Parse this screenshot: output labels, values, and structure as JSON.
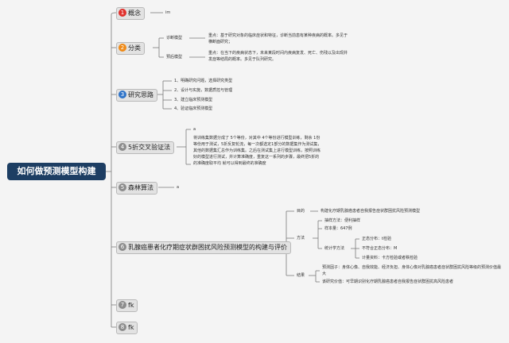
{
  "root": "如何做预测模型构建",
  "topics": [
    {
      "label": "概念",
      "num": "1"
    },
    {
      "label": "分类",
      "num": "2"
    },
    {
      "label": "研究思路",
      "num": "3"
    },
    {
      "label": "5折交叉验证法",
      "num": "4"
    },
    {
      "label": "森林算法",
      "num": "5"
    },
    {
      "label": "乳腺癌患者化疗期症状群困扰风险预测模型的构建与评价",
      "num": "6"
    },
    {
      "label": "fk",
      "num": "7"
    },
    {
      "label": "fk",
      "num": "8"
    }
  ],
  "concept_note": "im",
  "classification": {
    "diagnostic": "诊断模型",
    "diagnostic_desc_1": "重点：基于研究对象的临床症状和特征，诊断当前患有某种疾病的概率。多见于",
    "diagnostic_desc_2": "横断面研究；",
    "prognostic": "预后模型",
    "prognostic_desc_1": "重点：在当下的疾病状态下，未来某段时间内疾病复发、死亡、伤残以及出现并",
    "prognostic_desc_2": "发症等结局的概率。多见于队列研究。"
  },
  "research_steps": [
    "1、明确研究问题，选择研究类型",
    "2、设计与实施，数据质控与管理",
    "3、建立临床预测模型",
    "4、验证临床预测模型"
  ],
  "cv": {
    "mark": "a",
    "text": "将训练集数据分成了 5个等份，对其中 4个等份进行模型训练，剩余 1份等份用于测试，5折反复轮流，每一次都选定1部分的数据集作为测试集，其他的数据集汇总作为训练集。之后在测试集上进行模型训练，按照训练好的模型进行测试，并计算准确度，重复这一系列的步骤，最终把5折的 的准确度取平均 就可以得到最终的准确度"
  },
  "forest_mark": "a",
  "study": {
    "goal_label": "目的",
    "goal_text": "构建化疗期乳腺癌患者自我报告症状群困扰风险预测模型",
    "method_label": "方法",
    "sampling": "抽样方法：便利抽样",
    "sample_size": "样本量：647例",
    "stats_label": "统计学方法",
    "normal": "正态分布：t检验",
    "nonnormal": "不符合正态分布：M",
    "count": "计量资料：卡方检验或者秩检验",
    "result_label": "结果",
    "predictors": "预测因子：身体心像、自我效能、经济负担、身体心像对乳腺癌患者症状群困扰风险等级的预测价值最大",
    "value": "该研究价值：可早期识别化疗期乳腺癌患者自我报告症状群困扰高风险患者"
  },
  "colors": {
    "root_bg": "#1d3e63",
    "line": "#7a7a7a",
    "badge_red": "#e0312d",
    "badge_orange": "#ef8a17",
    "badge_blue": "#2f74c8",
    "badge_gray": "#8c8c8c"
  }
}
